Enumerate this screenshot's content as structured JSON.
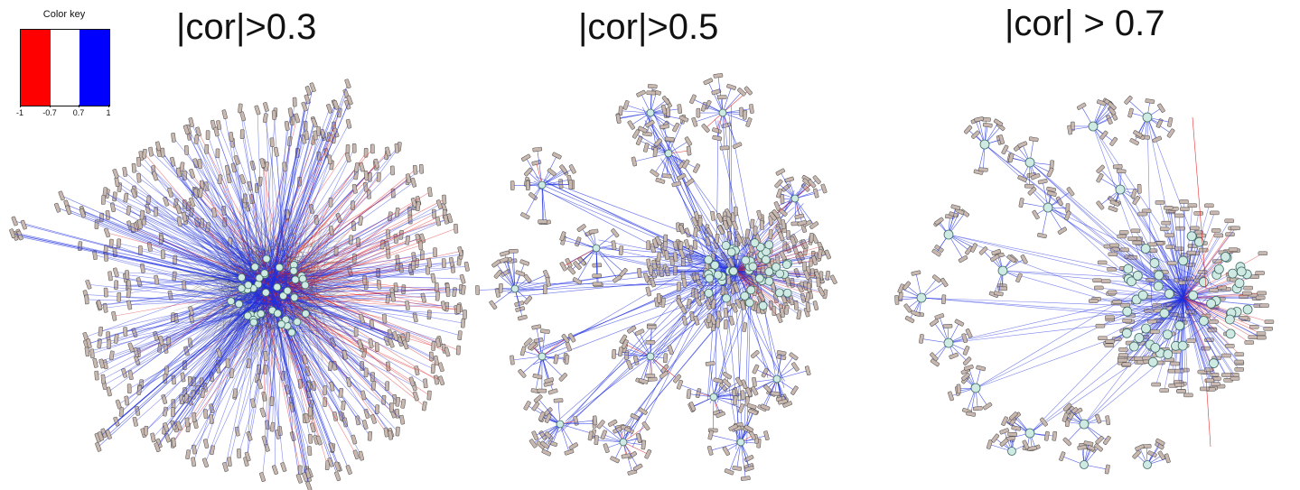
{
  "panels": [
    {
      "title": "|cor|>0.3",
      "threshold": 0.3
    },
    {
      "title": "|cor|>0.5",
      "threshold": 0.5
    },
    {
      "title": "|cor| > 0.7",
      "threshold": 0.7
    }
  ],
  "color_key": {
    "title": "Color key",
    "ticks": [
      "-1",
      "-0.7",
      "0.7",
      "1"
    ],
    "colors": {
      "negative": "#ff0000",
      "neutral": "#ffffff",
      "positive": "#0000ff"
    }
  },
  "colors": {
    "negative_edge": "#e0191e",
    "positive_edge": "#1f2fe0",
    "gene_node_fill": "#c9b8b0",
    "gene_node_stroke": "#4a4a4a",
    "hub_node_fill": "#cfe9e3",
    "hub_node_stroke": "#3f6c66",
    "dense_core": "#2a2a2a"
  }
}
